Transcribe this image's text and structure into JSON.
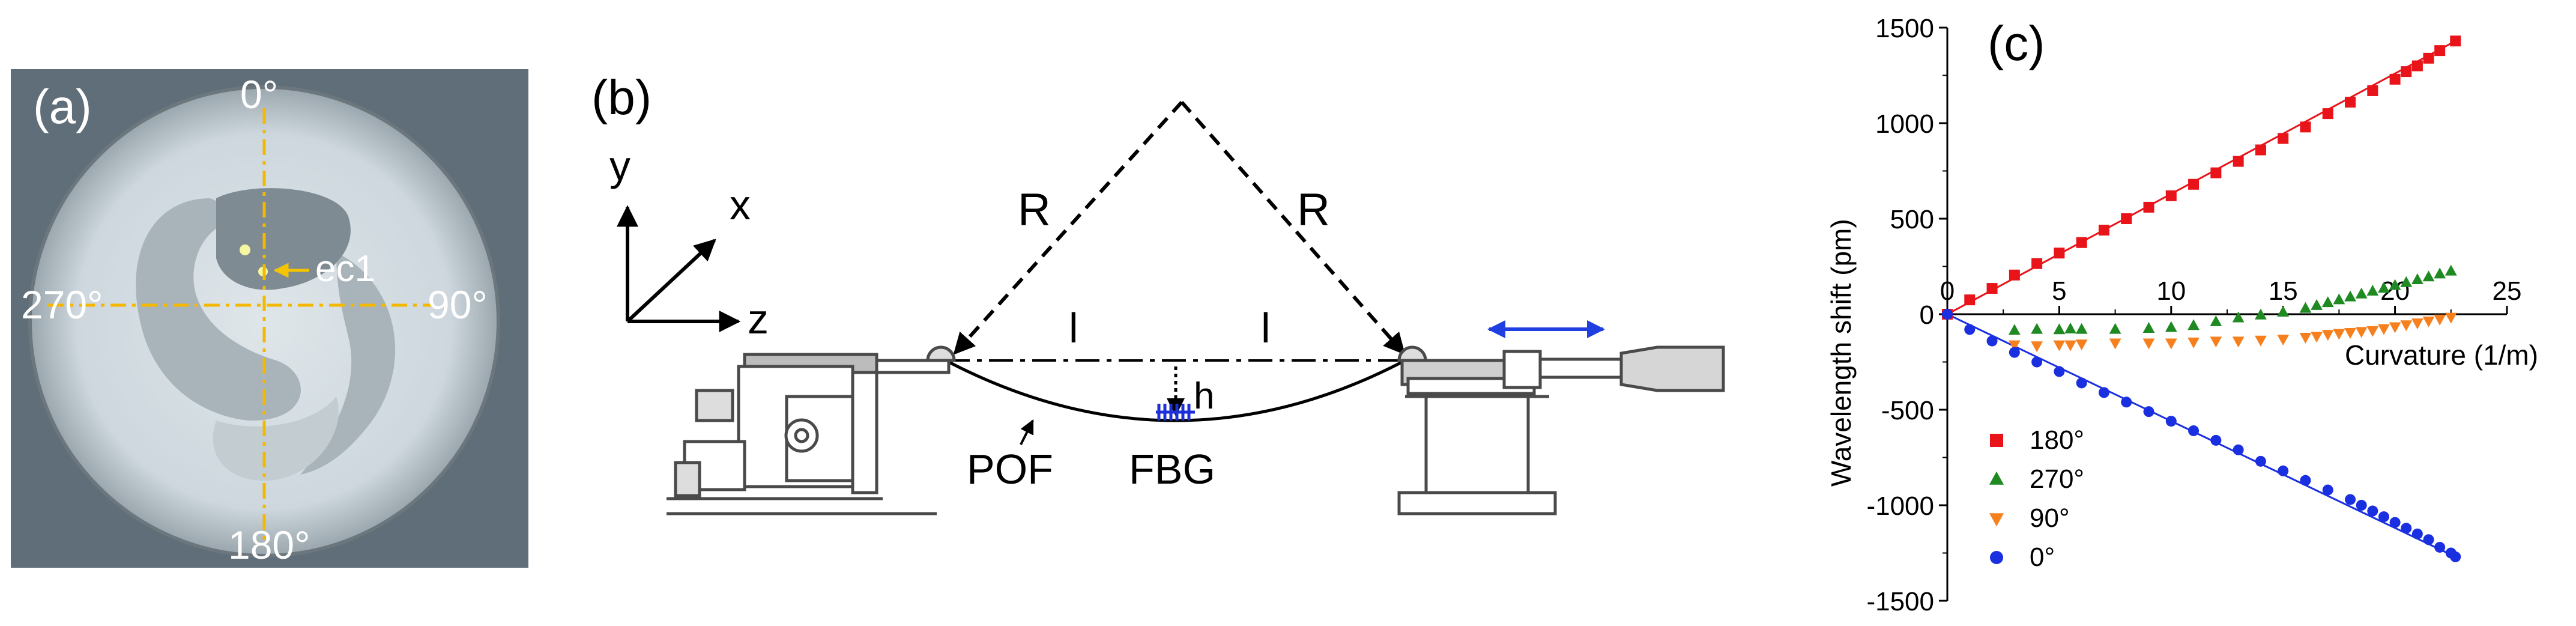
{
  "panel_a": {
    "label": "(a)",
    "angles": {
      "top": "0°",
      "right": "90°",
      "bottom": "180°",
      "left": "270°"
    },
    "core_label": "ec1",
    "colors": {
      "crosshair": "#f5b800",
      "core_arrow": "#f5c400",
      "text": "#ffffff"
    }
  },
  "panel_b": {
    "label": "(b)",
    "axes": {
      "y": "y",
      "x": "x",
      "z": "z"
    },
    "radius_label": "R",
    "half_length_label": "l",
    "deflection_label": "h",
    "fiber_label": "POF",
    "grating_label": "FBG",
    "colors": {
      "grating": "#1d2fd9",
      "translation_arrow": "#1f3fe0",
      "line": "#000000"
    }
  },
  "chart_data": {
    "label": "(c)",
    "type": "scatter",
    "xlabel": "Curvature (1/m)",
    "ylabel": "Wavelength shift (pm)",
    "xlim": [
      0,
      25
    ],
    "ylim": [
      -1500,
      1500
    ],
    "xticks": [
      "0",
      "5",
      "10",
      "15",
      "20",
      "25"
    ],
    "yticks": [
      "1500",
      "1000",
      "500",
      "0",
      "-500",
      "-1000",
      "-1500"
    ],
    "legend_position": "bottom-left",
    "series": [
      {
        "name": "180°",
        "marker": "square",
        "color": "#e8141a",
        "fit": [
          [
            0,
            0
          ],
          [
            22.7,
            1430
          ]
        ],
        "points": [
          [
            0,
            0
          ],
          [
            1,
            75
          ],
          [
            2,
            135
          ],
          [
            3,
            205
          ],
          [
            4,
            265
          ],
          [
            5,
            320
          ],
          [
            6,
            375
          ],
          [
            7,
            440
          ],
          [
            8,
            500
          ],
          [
            9,
            560
          ],
          [
            10,
            620
          ],
          [
            11,
            680
          ],
          [
            12,
            740
          ],
          [
            13,
            800
          ],
          [
            14,
            860
          ],
          [
            15,
            920
          ],
          [
            16,
            980
          ],
          [
            17,
            1050
          ],
          [
            18,
            1110
          ],
          [
            19,
            1170
          ],
          [
            20,
            1230
          ],
          [
            20.5,
            1270
          ],
          [
            21,
            1300
          ],
          [
            21.5,
            1340
          ],
          [
            22,
            1380
          ],
          [
            22.7,
            1430
          ]
        ]
      },
      {
        "name": "270°",
        "marker": "triangle-up",
        "color": "#1f8a22",
        "points": [
          [
            3,
            -85
          ],
          [
            4,
            -80
          ],
          [
            5,
            -82
          ],
          [
            5.5,
            -78
          ],
          [
            6,
            -80
          ],
          [
            7.5,
            -80
          ],
          [
            9,
            -75
          ],
          [
            10,
            -70
          ],
          [
            11,
            -60
          ],
          [
            12,
            -40
          ],
          [
            13,
            -20
          ],
          [
            14,
            -5
          ],
          [
            15,
            10
          ],
          [
            16,
            30
          ],
          [
            16.5,
            45
          ],
          [
            17,
            60
          ],
          [
            17.5,
            75
          ],
          [
            18,
            90
          ],
          [
            18.5,
            105
          ],
          [
            19,
            120
          ],
          [
            19.5,
            135
          ],
          [
            20,
            150
          ],
          [
            20.5,
            165
          ],
          [
            21,
            180
          ],
          [
            21.5,
            195
          ],
          [
            22,
            210
          ],
          [
            22.5,
            225
          ]
        ]
      },
      {
        "name": "90°",
        "marker": "triangle-down",
        "color": "#f7801e",
        "points": [
          [
            3,
            -160
          ],
          [
            4,
            -165
          ],
          [
            5,
            -160
          ],
          [
            5.5,
            -160
          ],
          [
            6,
            -155
          ],
          [
            7.5,
            -150
          ],
          [
            9,
            -150
          ],
          [
            10,
            -150
          ],
          [
            11,
            -145
          ],
          [
            12,
            -140
          ],
          [
            13,
            -140
          ],
          [
            14,
            -135
          ],
          [
            15,
            -130
          ],
          [
            16,
            -120
          ],
          [
            16.5,
            -115
          ],
          [
            17,
            -105
          ],
          [
            17.5,
            -100
          ],
          [
            18,
            -95
          ],
          [
            18.5,
            -90
          ],
          [
            19,
            -85
          ],
          [
            19.5,
            -75
          ],
          [
            20,
            -65
          ],
          [
            20.5,
            -55
          ],
          [
            21,
            -45
          ],
          [
            21.5,
            -35
          ],
          [
            22,
            -25
          ],
          [
            22.5,
            -15
          ]
        ]
      },
      {
        "name": "0°",
        "marker": "circle",
        "color": "#1a2fe0",
        "fit": [
          [
            0,
            0
          ],
          [
            22.7,
            -1270
          ]
        ],
        "points": [
          [
            0,
            0
          ],
          [
            1,
            -80
          ],
          [
            2,
            -140
          ],
          [
            3,
            -200
          ],
          [
            4,
            -250
          ],
          [
            5,
            -300
          ],
          [
            6,
            -360
          ],
          [
            7,
            -410
          ],
          [
            8,
            -460
          ],
          [
            9,
            -510
          ],
          [
            10,
            -560
          ],
          [
            11,
            -610
          ],
          [
            12,
            -660
          ],
          [
            13,
            -710
          ],
          [
            14,
            -770
          ],
          [
            15,
            -820
          ],
          [
            16,
            -870
          ],
          [
            17,
            -920
          ],
          [
            18,
            -970
          ],
          [
            18.5,
            -1000
          ],
          [
            19,
            -1030
          ],
          [
            19.5,
            -1060
          ],
          [
            20,
            -1090
          ],
          [
            20.5,
            -1120
          ],
          [
            21,
            -1150
          ],
          [
            21.5,
            -1180
          ],
          [
            22,
            -1220
          ],
          [
            22.5,
            -1250
          ],
          [
            22.7,
            -1270
          ]
        ]
      }
    ]
  }
}
